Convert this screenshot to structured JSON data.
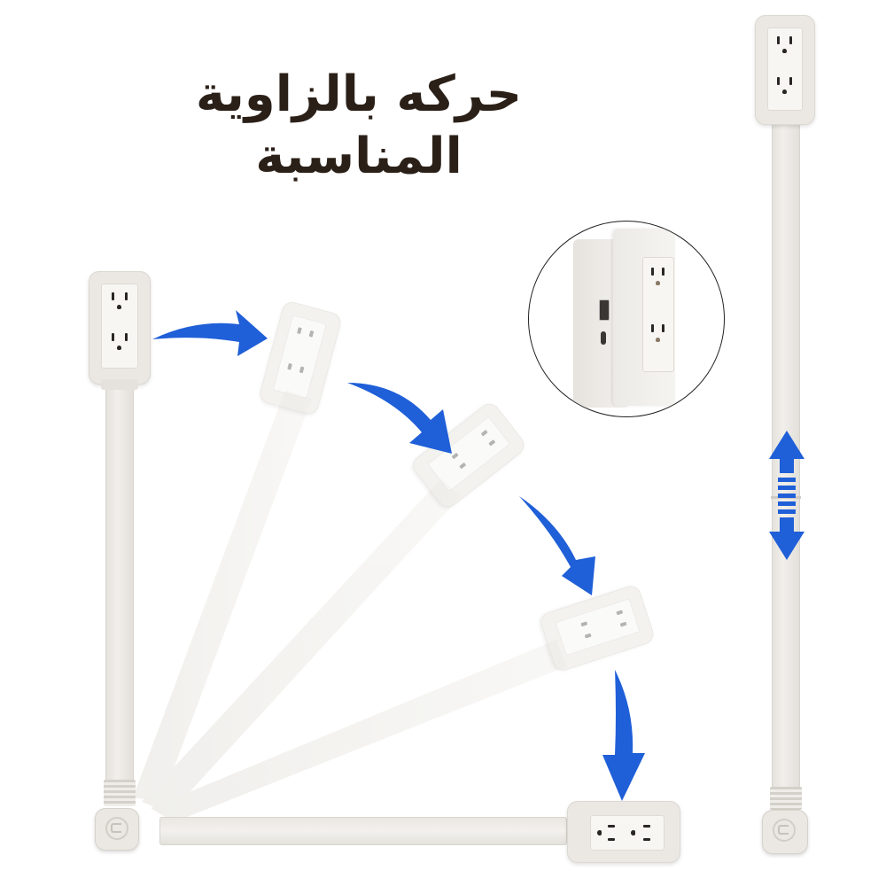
{
  "headline": {
    "text": "حركه بالزاوية المناسبة",
    "color": "#2b2018"
  },
  "image": {
    "subject": "flat extension cord with rotating outlet head",
    "positions_shown": 5,
    "accent_arrow_color": "#1f5fd8",
    "detail_inset": {
      "shape": "circle",
      "shows": [
        "usb-a-port",
        "usb-c-port",
        "duplex-outlet"
      ]
    },
    "extend_indicator": "double-headed-arrow",
    "icons": [
      "rotation-arrow",
      "rotation-arrow",
      "rotation-arrow",
      "rotation-arrow",
      "extend-arrow"
    ]
  }
}
